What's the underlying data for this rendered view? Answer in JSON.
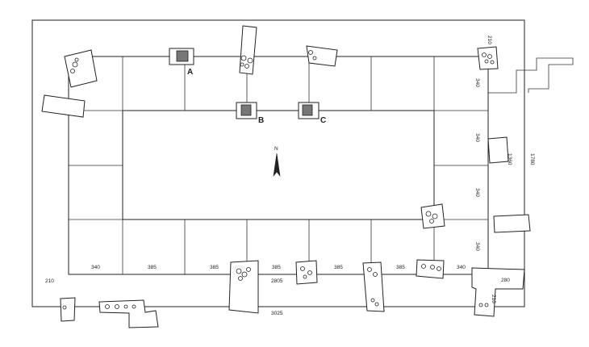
{
  "labels": {
    "a": "A",
    "b": "B",
    "c": "C",
    "north": "N"
  },
  "dimensions": {
    "bay_1": "340",
    "bay_2": "385",
    "bay_3": "385",
    "bay_4": "385",
    "bay_5": "385",
    "bay_6": "385",
    "bay_7": "340",
    "inner_length": "2805",
    "outer_length": "3025",
    "left_margin": "210",
    "right_margin": "280",
    "right_margin_vertical": "210",
    "top_right_margin": "210",
    "side_bay_1": "340",
    "side_bay_2": "340",
    "side_bay_3": "340",
    "side_bay_4": "340",
    "inner_width": "1360",
    "outer_width": "1780"
  }
}
